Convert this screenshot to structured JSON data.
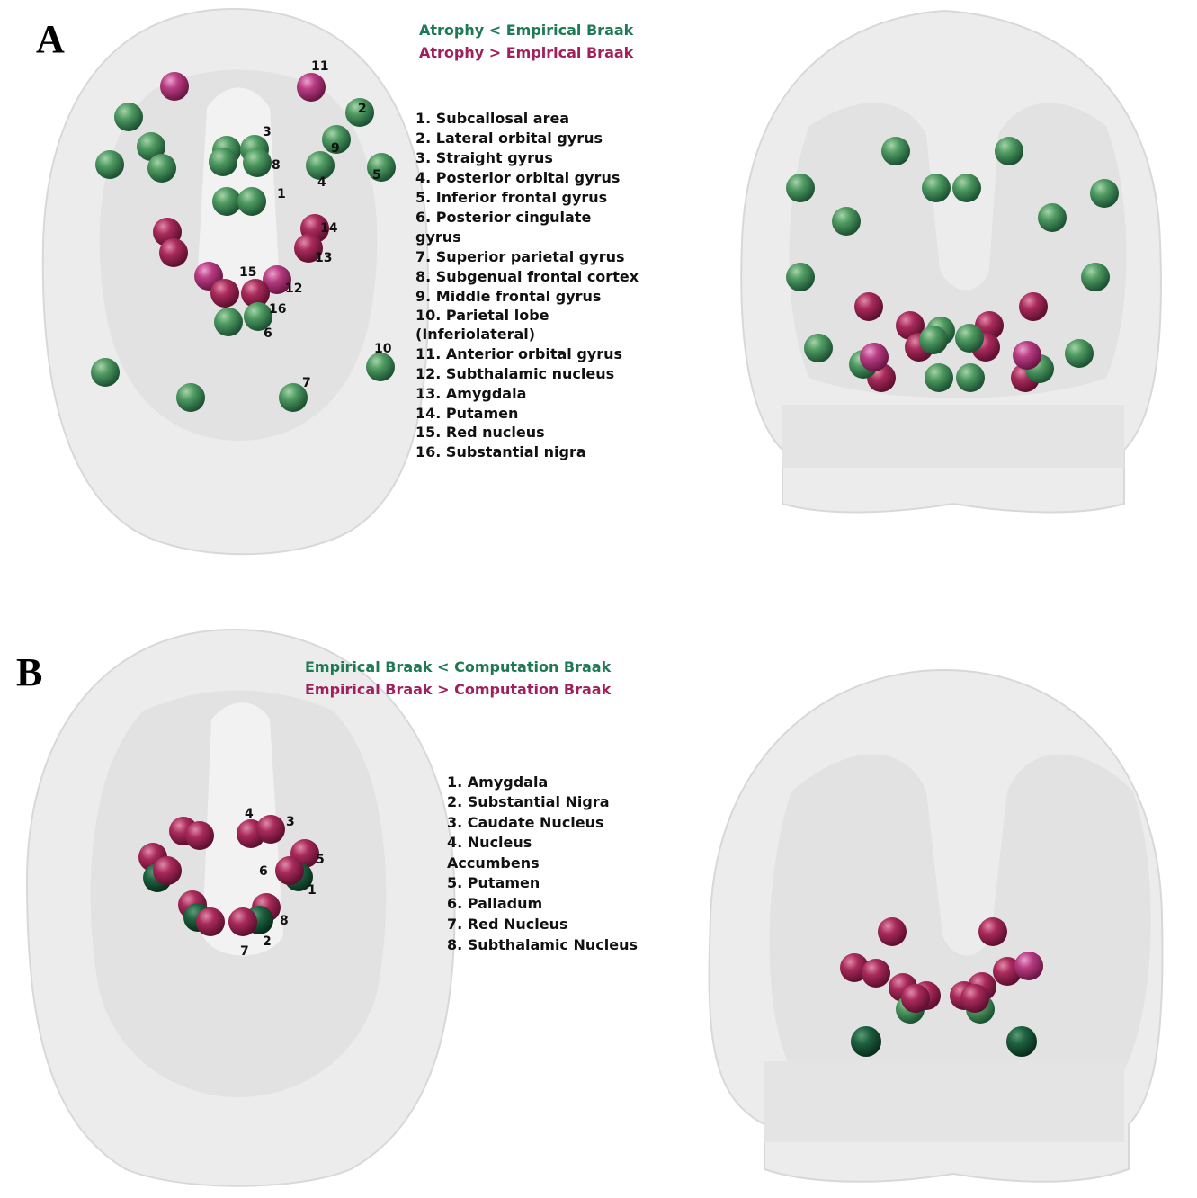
{
  "colors": {
    "green": "#2e7d4f",
    "magenta": "#9c1f55",
    "green_dark": "#0f4a2c",
    "magenta_light": "#b2377d"
  },
  "panels": [
    {
      "letter": "A",
      "legend": [
        {
          "text": "Atrophy < Empirical Braak",
          "color": "#1e7a55"
        },
        {
          "text": "Atrophy > Empirical Braak",
          "color": "#a11f5c"
        }
      ],
      "regions": [
        "1. Subcallosal area",
        "2. Lateral orbital gyrus",
        "3. Straight gyrus",
        "4. Posterior orbital gyrus",
        "5. Inferior frontal gyrus",
        "6. Posterior cingulate",
        "gyrus",
        "7. Superior parietal gyrus",
        "8. Subgenual frontal cortex",
        "9. Middle frontal gyrus",
        "10. Parietal lobe",
        "(Inferiolateral)",
        "11. Anterior orbital gyrus",
        "12. Subthalamic nucleus",
        "13. Amygdala",
        "14. Putamen",
        "15. Red nucleus",
        "16. Substantial nigra"
      ],
      "node_labels": [
        "11",
        "2",
        "3",
        "9",
        "8",
        "4",
        "5",
        "1",
        "14",
        "13",
        "15",
        "12",
        "16",
        "6",
        "10",
        "7"
      ]
    },
    {
      "letter": "B",
      "legend": [
        {
          "text": "Empirical Braak < Computation Braak",
          "color": "#1e7a55"
        },
        {
          "text": "Empirical Braak > Computation Braak",
          "color": "#a11f5c"
        }
      ],
      "regions": [
        "1. Amygdala",
        "2. Substantial Nigra",
        "3. Caudate Nucleus",
        "4. Nucleus",
        "Accumbens",
        "5. Putamen",
        "6. Palladum",
        "7. Red Nucleus",
        "8. Subthalamic Nucleus"
      ],
      "node_labels": [
        "4",
        "3",
        "5",
        "6",
        "1",
        "8",
        "2",
        "7"
      ]
    }
  ]
}
